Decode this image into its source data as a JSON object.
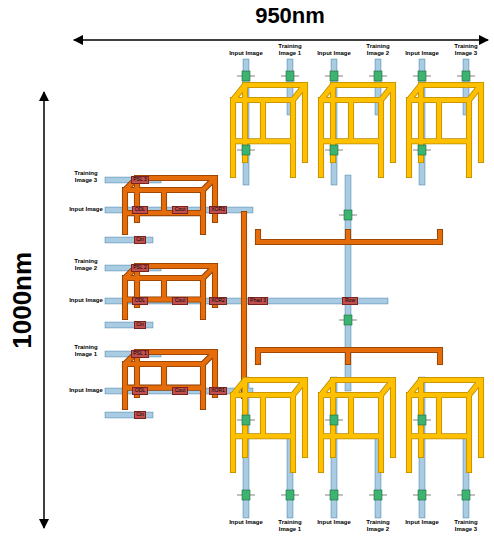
{
  "diagram": {
    "nodes": [
      {
        "text": [
          "PSL 3"
        ]
      },
      {
        "text": [
          "ODL"
        ]
      },
      {
        "text": [
          "Cout"
        ]
      },
      {
        "text": [
          "XOR3"
        ]
      },
      {
        "text": [
          "Cin"
        ]
      },
      {
        "text": [
          "PSL 2"
        ]
      },
      {
        "text": [
          "ODL"
        ]
      },
      {
        "text": [
          "Cout"
        ]
      },
      {
        "text": [
          "XOR2"
        ]
      },
      {
        "text": [
          "Phad 3"
        ]
      },
      {
        "text": [
          "Row"
        ]
      },
      {
        "text": [
          "Cin"
        ]
      },
      {
        "text": [
          "PSL 1"
        ]
      },
      {
        "text": [
          "ODL"
        ]
      },
      {
        "text": [
          "Cout"
        ]
      },
      {
        "text": [
          "XOR1"
        ]
      },
      {
        "text": [
          "Cin"
        ]
      }
    ],
    "labels": [
      "950nm",
      "1000nm",
      "Input Image",
      "Training Image 1",
      "Input Image",
      "Training Image 2",
      "Input Image",
      "Training Image 3",
      "Training Image 3",
      "Input Image",
      "Training Image 2",
      "Input Image",
      "Training Image 1",
      "Input Image",
      "Input Image",
      "Training Image 1",
      "Input Image",
      "Training Image 2",
      "Input Image",
      "Training Image 3"
    ]
  }
}
